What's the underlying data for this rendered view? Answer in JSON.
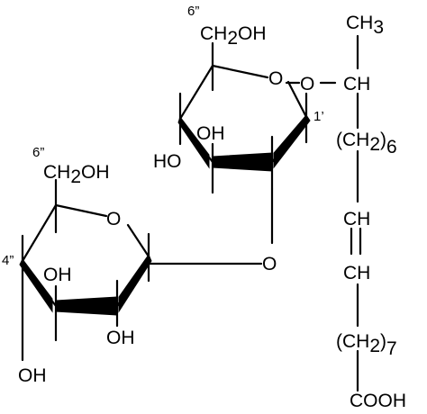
{
  "molecule": {
    "upper_ring": {
      "carbon6": {
        "main": "CH",
        "sub": "2",
        "tail": "OH",
        "label": "6”"
      },
      "ring_oxygen": "O",
      "glycosidic_oxygen": "O",
      "anomeric_label": "1’",
      "oh_c3": "OH",
      "oh_c4": "HO"
    },
    "lower_ring": {
      "carbon6": {
        "main": "CH",
        "sub": "2",
        "tail": "OH",
        "label": "6”"
      },
      "ring_oxygen": "O",
      "link_oxygen": "O",
      "c4_label": "4”",
      "oh_c3": "OH",
      "oh_c2": "OH",
      "oh_c4": "OH"
    },
    "chain": {
      "methyl": {
        "main": "CH",
        "sub": "3"
      },
      "ch": "CH",
      "ch2_6": {
        "open": "(CH",
        "sub": "2",
        "close": ")",
        "count": "6"
      },
      "alkene_upper": "CH",
      "alkene_lower": "CH",
      "ch2_7": {
        "open": "(CH",
        "sub": "2",
        "close": ")",
        "count": "7"
      },
      "acid": "COOH"
    }
  }
}
